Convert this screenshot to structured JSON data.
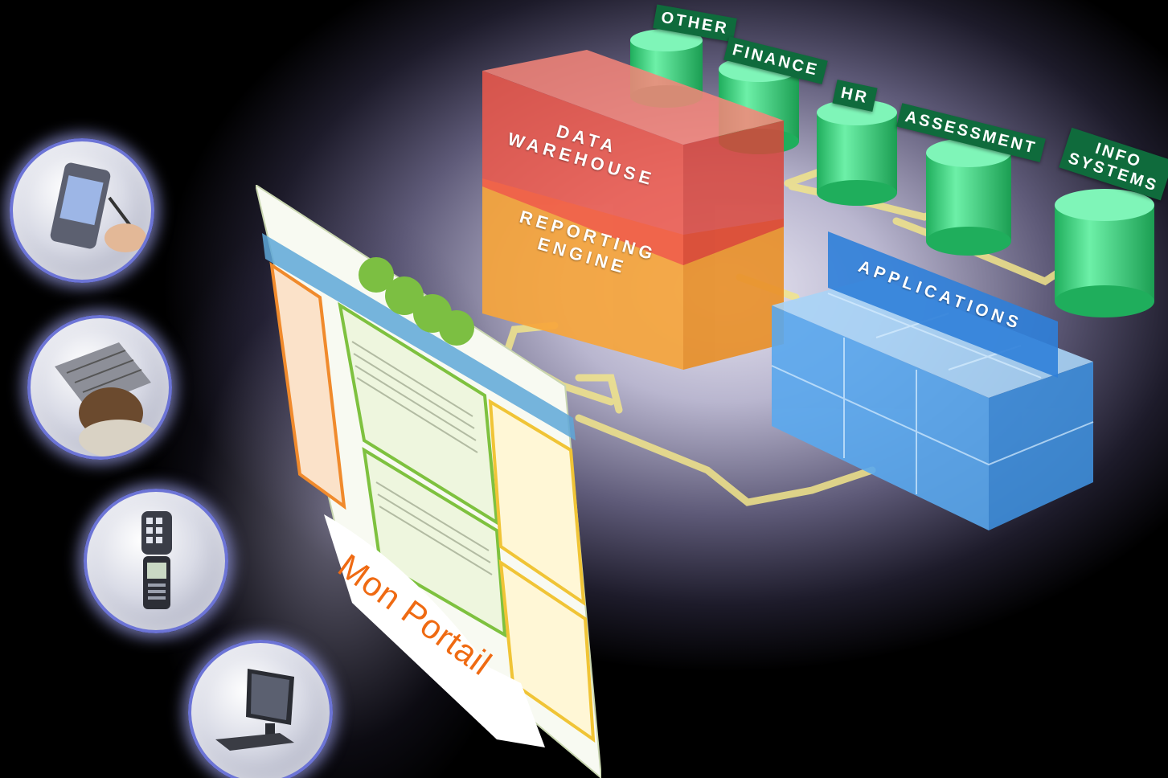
{
  "portal": {
    "label": "Mon Portail"
  },
  "data_sources": [
    {
      "id": "other",
      "label": "OTHER"
    },
    {
      "id": "finance",
      "label": "FINANCE"
    },
    {
      "id": "hr",
      "label": "HR"
    },
    {
      "id": "assessment",
      "label": "ASSESSMENT"
    },
    {
      "id": "info-systems",
      "label_line1": "INFO",
      "label_line2": "SYSTEMS"
    }
  ],
  "data_warehouse": {
    "line1": "DATA",
    "line2": "WAREHOUSE"
  },
  "reporting_engine": {
    "line1": "REPORTING",
    "line2": "ENGINE"
  },
  "applications": {
    "label": "APPLICATIONS"
  },
  "devices": [
    {
      "name": "pda",
      "icon": "pda-icon"
    },
    {
      "name": "laptop",
      "icon": "laptop-icon"
    },
    {
      "name": "mobile-phone",
      "icon": "phone-icon"
    },
    {
      "name": "desktop-computer",
      "icon": "monitor-icon"
    }
  ],
  "colors": {
    "data_warehouse": "#f0564a",
    "reporting_engine": "#f5a53a",
    "database": "#3fd88a",
    "applications": "#5aa8ee",
    "tag": "#0f6b3c",
    "portal_label": "#ef6a12",
    "connector": "#f2e58a",
    "device_ring": "#6c74d6"
  }
}
